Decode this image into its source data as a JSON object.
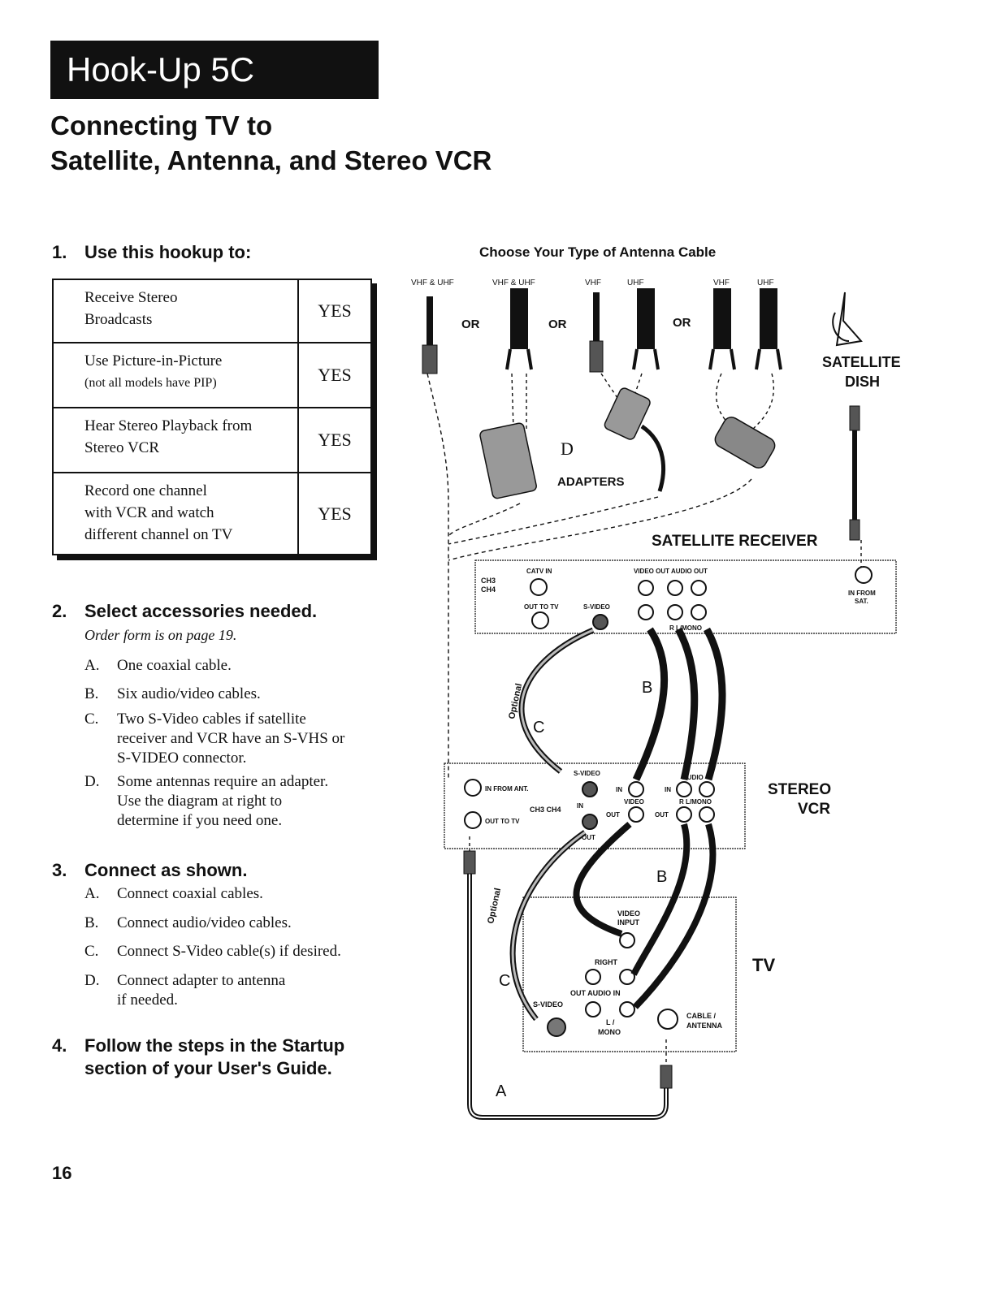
{
  "banner": "Hook-Up 5C",
  "title_line1": "Connecting TV to",
  "title_line2": "Satellite, Antenna, and Stereo VCR",
  "step1": {
    "number": "1.",
    "heading": "Use this hookup to:",
    "rows": [
      {
        "line1": "Receive Stereo",
        "line2": "Broadcasts",
        "answer": "YES"
      },
      {
        "line1": "Use Picture-in-Picture",
        "line2": "(not all models have PIP)",
        "answer": "YES"
      },
      {
        "line1": "Hear  Stereo Playback from",
        "line2": "Stereo VCR",
        "answer": "YES"
      },
      {
        "line1": "Record one channel",
        "line2": "with VCR and watch",
        "line3": "different channel on TV",
        "answer": "YES"
      }
    ]
  },
  "step2": {
    "number": "2.",
    "heading": "Select accessories needed.",
    "note": "Order form is on page 19.",
    "items": [
      {
        "letter": "A.",
        "lines": [
          "One coaxial cable."
        ]
      },
      {
        "letter": "B.",
        "lines": [
          "Six audio/video cables."
        ]
      },
      {
        "letter": "C.",
        "lines": [
          "Two S-Video cables if satellite",
          "receiver and VCR have an S-VHS or",
          "S-VIDEO connector."
        ]
      },
      {
        "letter": "D.",
        "lines": [
          "Some antennas require an adapter.",
          "Use the diagram at right to",
          "determine if you need one."
        ]
      }
    ]
  },
  "step3": {
    "number": "3.",
    "heading": "Connect as shown.",
    "items": [
      {
        "letter": "A.",
        "lines": [
          "Connect coaxial cables."
        ]
      },
      {
        "letter": "B.",
        "lines": [
          "Connect audio/video cables."
        ]
      },
      {
        "letter": "C.",
        "lines": [
          "Connect S-Video cable(s) if desired."
        ]
      },
      {
        "letter": "D.",
        "lines": [
          "Connect adapter to antenna",
          "if needed."
        ]
      }
    ]
  },
  "step4": {
    "number": "4.",
    "line1": "Follow the steps in the Startup",
    "line2": "section of your User's Guide."
  },
  "diagram": {
    "heading": "Choose Your Type of Antenna Cable",
    "cable_labels": [
      "VHF & UHF",
      "VHF & UHF",
      "VHF",
      "UHF",
      "VHF",
      "UHF"
    ],
    "or": "OR",
    "adapter_letter": "D",
    "adapters": "ADAPTERS",
    "satellite_dish_1": "SATELLITE",
    "satellite_dish_2": "DISH",
    "satellite_receiver": "SATELLITE RECEIVER",
    "receiver": {
      "ch3": "CH3",
      "ch4": "CH4",
      "catv_in": "CATV IN",
      "out_to_tv": "OUT TO TV",
      "s_video": "S-VIDEO",
      "video_out": "VIDEO OUT",
      "audio_out": "AUDIO OUT",
      "r_lmono": "R  L/MONO",
      "in_from_sat_1": "IN FROM",
      "in_from_sat_2": "SAT."
    },
    "vcr": {
      "label1": "STEREO",
      "label2": "VCR",
      "in_from_ant": "IN FROM ANT.",
      "out_to_tv": "OUT TO TV",
      "ch3_ch4": "CH3  CH4",
      "s_video": "S-VIDEO",
      "in1": "IN",
      "in2": "IN",
      "in3": "IN",
      "out1": "OUT",
      "out2": "OUT",
      "out3": "OUT",
      "video": "VIDEO",
      "audio": "AUDIO",
      "r_lmono": "R  L/MONO"
    },
    "tv": {
      "label": "TV",
      "video_input_1": "VIDEO",
      "video_input_2": "INPUT",
      "right": "RIGHT",
      "out_audio_in": "OUT  AUDIO  IN",
      "s_video": "S-VIDEO",
      "l_mono_1": "L /",
      "l_mono_2": "MONO",
      "cable_antenna_1": "CABLE /",
      "cable_antenna_2": "ANTENNA"
    },
    "cable_letters": {
      "b1": "B",
      "c1": "C",
      "b2": "B",
      "c2": "C",
      "a": "A"
    },
    "optional": "Optional"
  },
  "page_number": "16"
}
